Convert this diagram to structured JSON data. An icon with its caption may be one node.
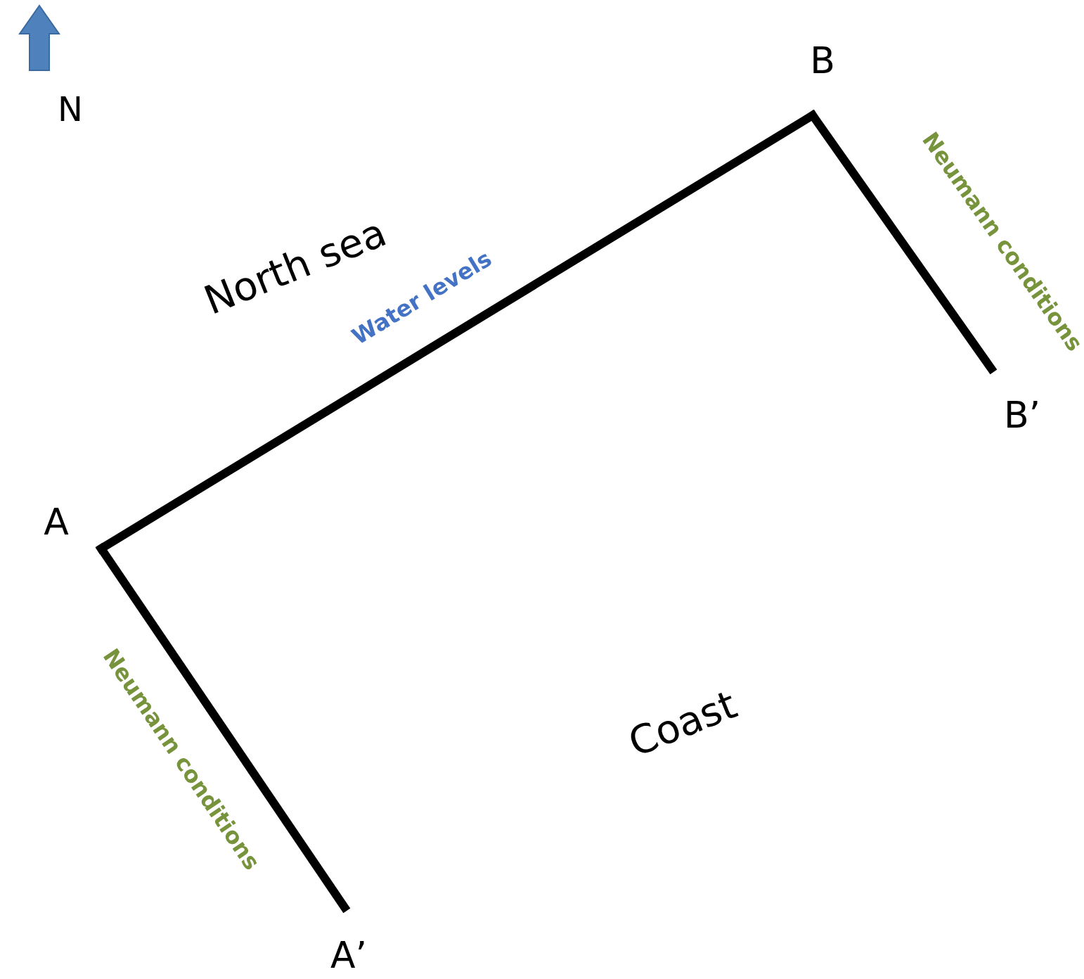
{
  "diagram": {
    "nodes": [
      {
        "text": [
          "B"
        ]
      },
      {
        "text": [
          "B’"
        ]
      },
      {
        "text": [
          "A"
        ]
      },
      {
        "text": [
          "A’"
        ]
      }
    ],
    "edges": [
      {
        "from": 2,
        "to": 0,
        "arrow": "none",
        "label": "Water levels"
      },
      {
        "from": 0,
        "to": 1,
        "arrow": "none",
        "label": "Neumann conditions"
      },
      {
        "from": 2,
        "to": 3,
        "arrow": "none",
        "label": "Neumann conditions"
      }
    ],
    "labels": [
      "N",
      "North sea",
      "Coast"
    ]
  }
}
